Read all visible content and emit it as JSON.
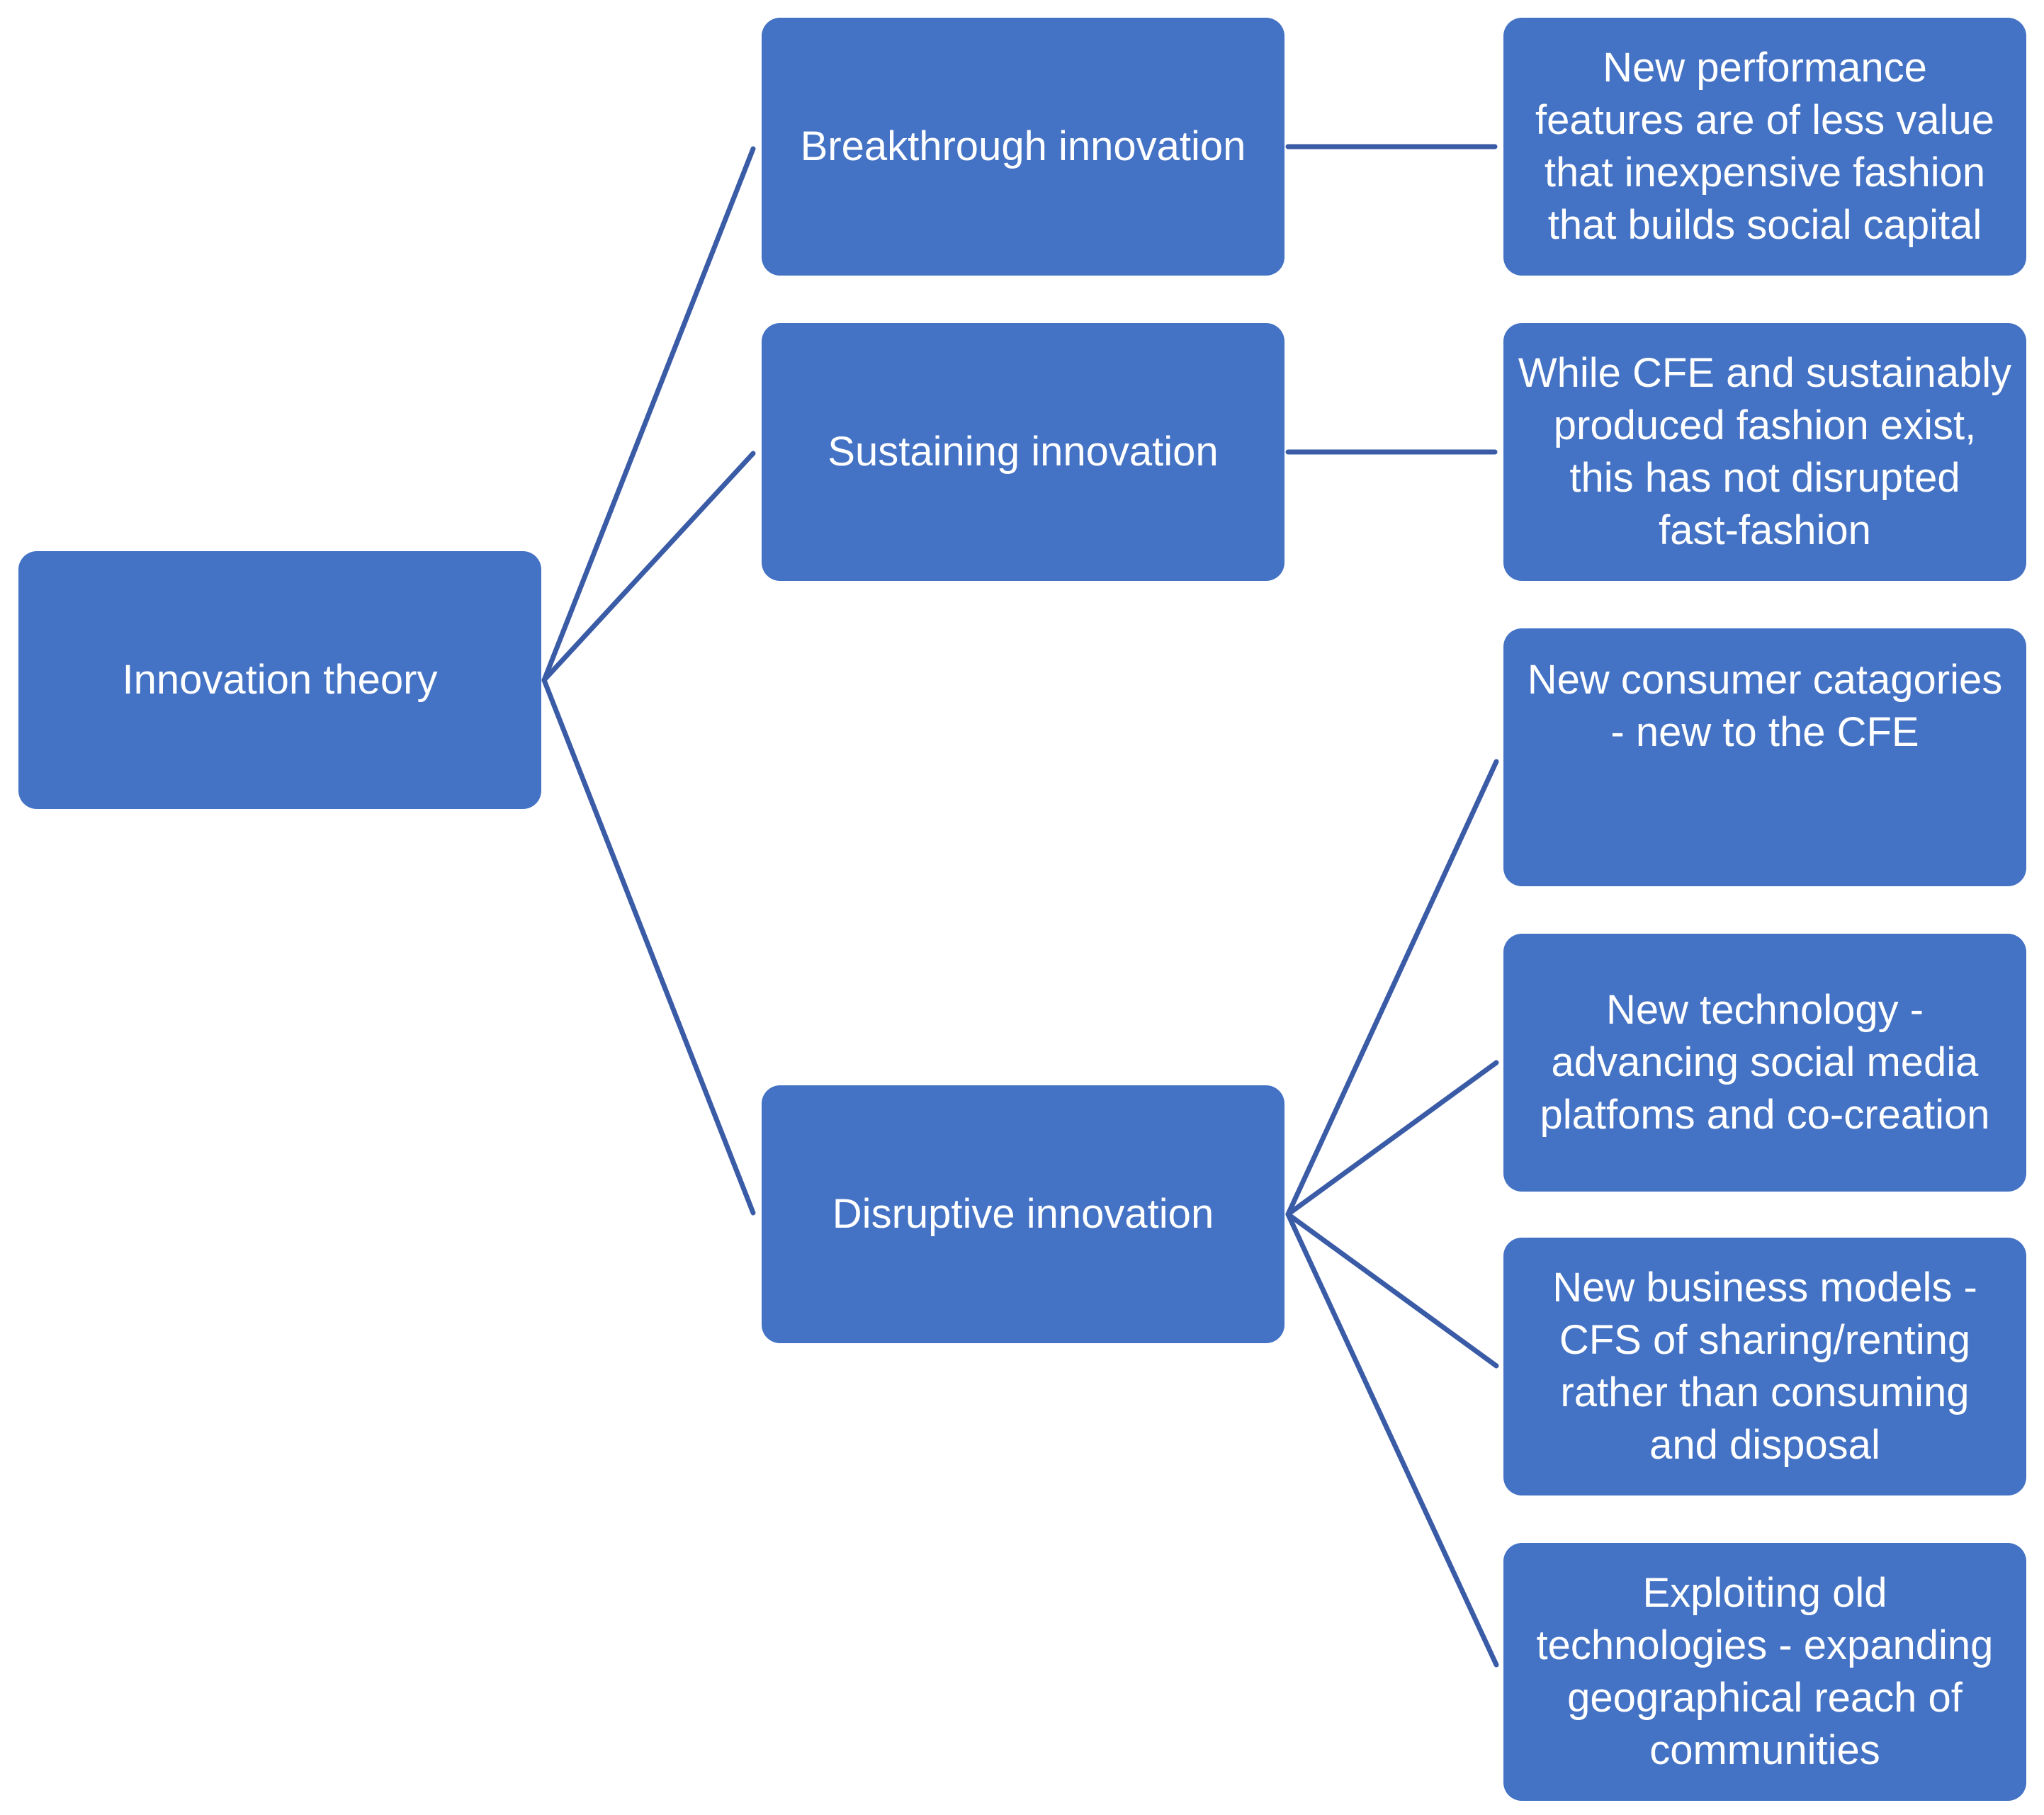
{
  "diagram": {
    "root": {
      "label": "Innovation theory"
    },
    "branches": [
      {
        "label": "Breakthrough innovation"
      },
      {
        "label": "Sustaining innovation"
      },
      {
        "label": "Disruptive innovation"
      }
    ],
    "leaves": [
      {
        "label": "New performance\nfeatures  are of less value\nthat inexpensive fashion\nthat builds social capital"
      },
      {
        "label": "While CFE and sustainably\nproduced fashion exist,\nthis has not disrupted\nfast-fashion"
      },
      {
        "label": "New consumer catagories\n- new to the CFE"
      },
      {
        "label": "New technology -\nadvancing social media\nplatfoms and co-creation"
      },
      {
        "label": "New business models -\nCFS of sharing/renting\nrather than consuming\nand disposal"
      },
      {
        "label": "Exploiting old\ntechnologies - expanding\ngeographical reach of\ncommunities"
      }
    ],
    "colors": {
      "node_fill": "#4472C4",
      "connector": "#3A5BA6",
      "text": "#FFFFFF"
    }
  }
}
